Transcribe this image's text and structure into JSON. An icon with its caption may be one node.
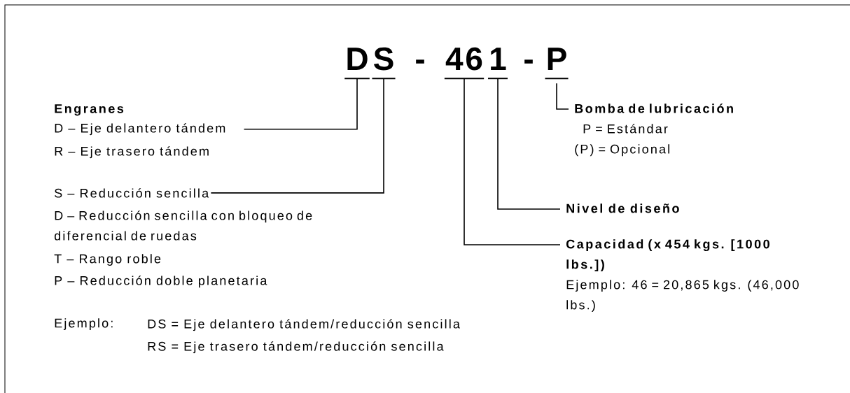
{
  "diagram": {
    "nodes": [
      {
        "text": [
          "D"
        ]
      },
      {
        "text": [
          "S"
        ]
      },
      {
        "text": [
          "46"
        ]
      },
      {
        "text": [
          "1"
        ]
      },
      {
        "text": [
          "P"
        ]
      },
      {
        "text": [
          "D – Eje delantero tándem"
        ]
      },
      {
        "text": [
          "S – Reducción sencilla"
        ]
      },
      {
        "text": [
          "Nivel de diseño"
        ]
      },
      {
        "text": [
          "Capacidad (x 454 kgs. [1000 lbs.])",
          "Ejemplo: 46 =  20,865 kgs. (46,000 lbs.)"
        ]
      },
      {
        "text": [
          "Bomba de lubricación",
          "P = Estándar",
          "(P) = Opcional"
        ]
      }
    ],
    "edges": [
      {
        "from": 0,
        "to": 5,
        "arrow": "none"
      },
      {
        "from": 1,
        "to": 6,
        "arrow": "none"
      },
      {
        "from": 3,
        "to": 7,
        "arrow": "none"
      },
      {
        "from": 2,
        "to": 8,
        "arrow": "none"
      },
      {
        "from": 4,
        "to": 9,
        "arrow": "none"
      }
    ],
    "labels": [
      "-",
      "-",
      "Engranes",
      "R – Eje trasero tándem",
      "D – Reducción sencilla con bloqueo de diferencial de ruedas",
      "T – Rango roble",
      "P – Reducción doble planetaria",
      "Ejemplo:",
      "DS = Eje delantero tándem/reducción sencilla",
      "RS = Eje trasero tándem/reducción sencilla"
    ]
  }
}
